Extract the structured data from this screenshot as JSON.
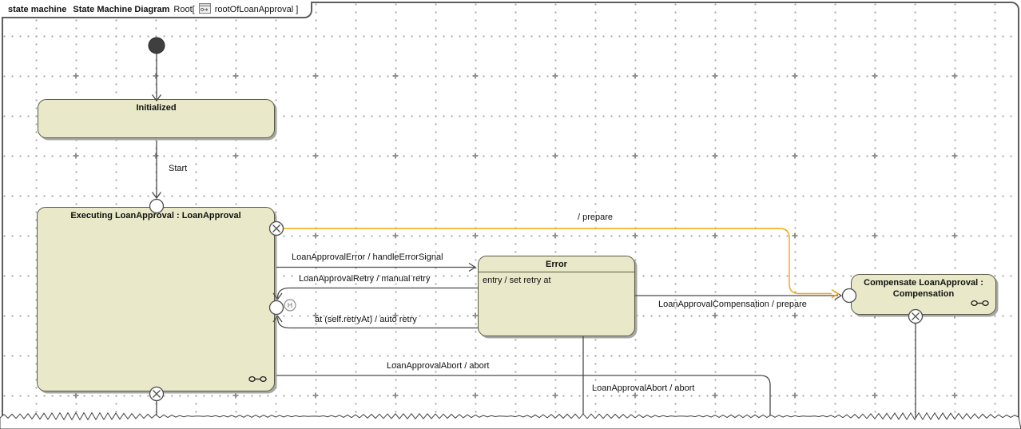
{
  "frame": {
    "keyword": "state machine",
    "diagram_name": "State Machine Diagram",
    "owner": "Root[",
    "reference": "rootOfLoanApproval ]"
  },
  "states": {
    "initialized": {
      "label": "Initialized"
    },
    "executing": {
      "label": "Executing LoanApproval : LoanApproval"
    },
    "error": {
      "label": "Error",
      "entry_activity": "entry / set retry at"
    },
    "compensate": {
      "label_line1": "Compensate LoanApproval :",
      "label_line2": "Compensation"
    }
  },
  "transitions": {
    "start": {
      "label": "Start"
    },
    "prepare": {
      "label": "/ prepare"
    },
    "error_signal": {
      "label": "LoanApprovalError / handleErrorSignal"
    },
    "manual_retry": {
      "label": "LoanApprovalRetry / manual retry"
    },
    "auto_retry": {
      "label": "at (self.retryAt) / auto retry"
    },
    "abort_from_executing": {
      "label": "LoanApprovalAbort / abort"
    },
    "abort_from_error": {
      "label": "LoanApprovalAbort / abort"
    },
    "compensation": {
      "label": "LoanApprovalCompensation / prepare"
    }
  },
  "pseudostates": {
    "history_label": "H"
  },
  "colors": {
    "state_fill": "#e9e9c9",
    "state_border": "#5a5a46",
    "transition_line": "#4a4a4a",
    "prepare_transition_line": "#f5a50a",
    "frame_border": "#5e5e5e",
    "grid_dot": "#ababab",
    "initial_state_fill": "#3f3f3f"
  }
}
